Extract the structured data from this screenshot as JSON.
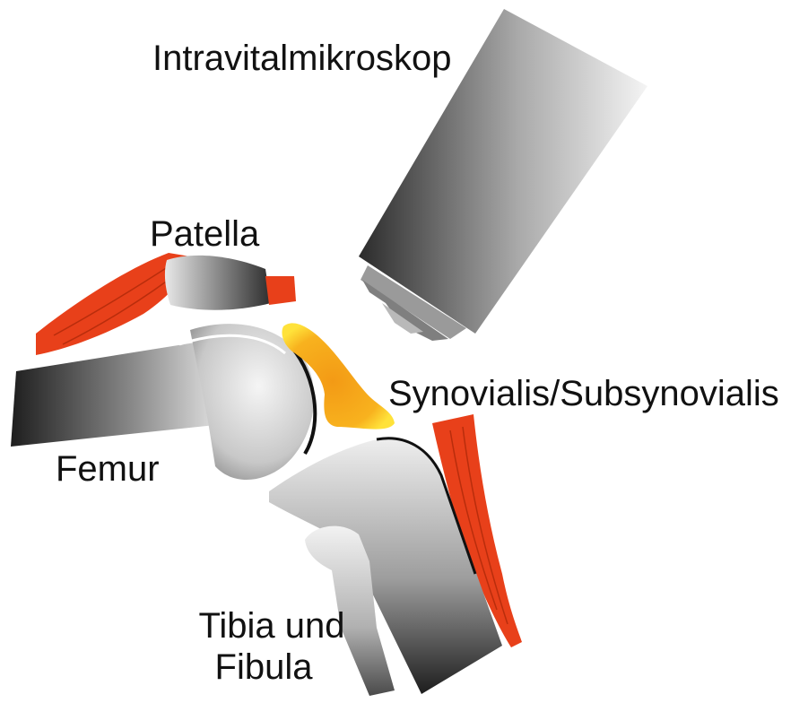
{
  "labels": {
    "microscope": "Intravitalmikroskop",
    "patella": "Patella",
    "synovialis": "Synovialis/Subsynovialis",
    "femur": "Femur",
    "tibia_line1": "Tibia und",
    "tibia_line2": "Fibula"
  },
  "colors": {
    "muscle": "#e8401a",
    "muscle_dark": "#b92d0c",
    "synovium_core": "#f7a21a",
    "synovium_glow": "#ffe23a",
    "bone_dark": "#2a2a2a",
    "bone_light": "#f2f2f2",
    "outline": "#111111"
  }
}
